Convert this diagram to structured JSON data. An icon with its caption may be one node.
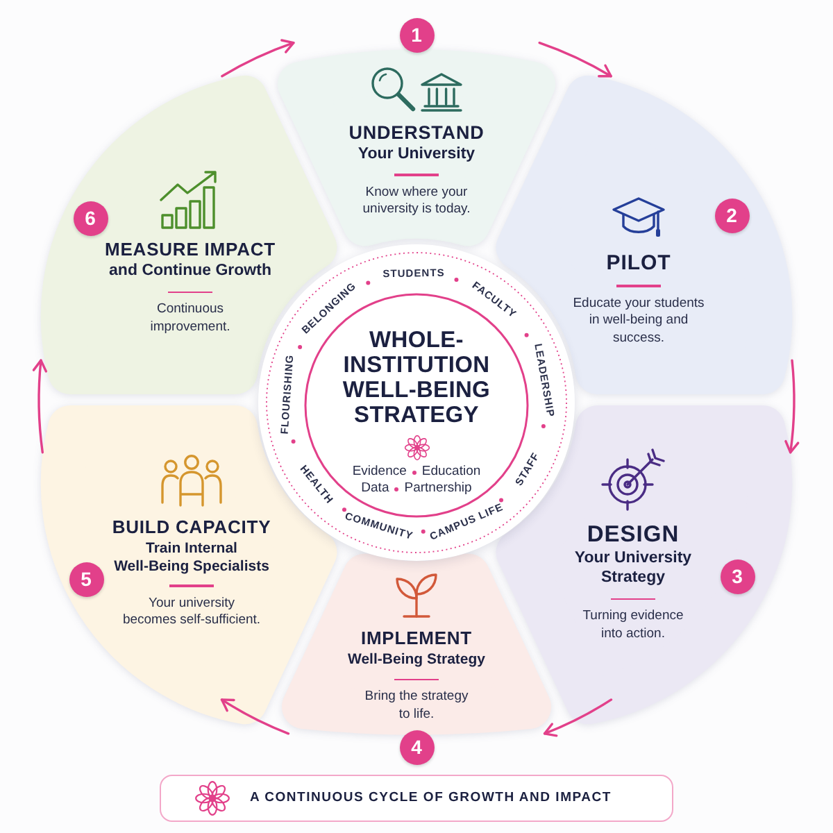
{
  "diagram": {
    "nodes": [
      {
        "text": [
          "UNDERSTAND",
          "Your University",
          "Know where your university is today."
        ]
      },
      {
        "text": [
          "1"
        ]
      },
      {
        "text": [
          "PILOT",
          "Educate your students in well-being and success."
        ]
      },
      {
        "text": [
          "2"
        ],
        "in": 2
      },
      {
        "text": [
          "DESIGN",
          "Your University Strategy",
          "Turning evidence into action."
        ]
      },
      {
        "text": [
          "3"
        ],
        "in": 4
      },
      {
        "text": [
          "IMPLEMENT",
          "Well-Being Strategy",
          "Bring the strategy to life."
        ]
      },
      {
        "text": [
          "4"
        ]
      },
      {
        "text": [
          "BUILD CAPACITY",
          "Train Internal Well-Being Specialists",
          "Your university becomes self-sufficient."
        ]
      },
      {
        "text": [
          "5"
        ],
        "in": 8
      },
      {
        "text": [
          "MEASURE IMPACT",
          "and Continue Growth",
          "Continuous improvement."
        ]
      },
      {
        "text": [
          "6"
        ],
        "in": 10
      },
      {
        "text": [
          "STUDENTS",
          "FACULTY",
          "LEADERSHIP",
          "STAFF",
          "CAMPUS LIFE",
          "COMMUNITY",
          "HEALTH",
          "FLOURISHING",
          "BELONGING",
          "WHOLE-INSTITUTION WELL-BEING STRATEGY",
          "Evidence",
          "Education",
          "Data",
          "Partnership"
        ]
      },
      {
        "text": [
          "A CONTINUOUS CYCLE OF GROWTH AND IMPACT"
        ]
      }
    ],
    "edges": [
      {
        "from": 0,
        "to": 2,
        "arrow": "to"
      },
      {
        "from": 2,
        "to": 4,
        "arrow": "to"
      },
      {
        "from": 4,
        "to": 6,
        "arrow": "to"
      },
      {
        "from": 6,
        "to": 8,
        "arrow": "to"
      },
      {
        "from": 8,
        "to": 10,
        "arrow": "to"
      },
      {
        "from": 10,
        "to": 0,
        "arrow": "to"
      }
    ]
  }
}
